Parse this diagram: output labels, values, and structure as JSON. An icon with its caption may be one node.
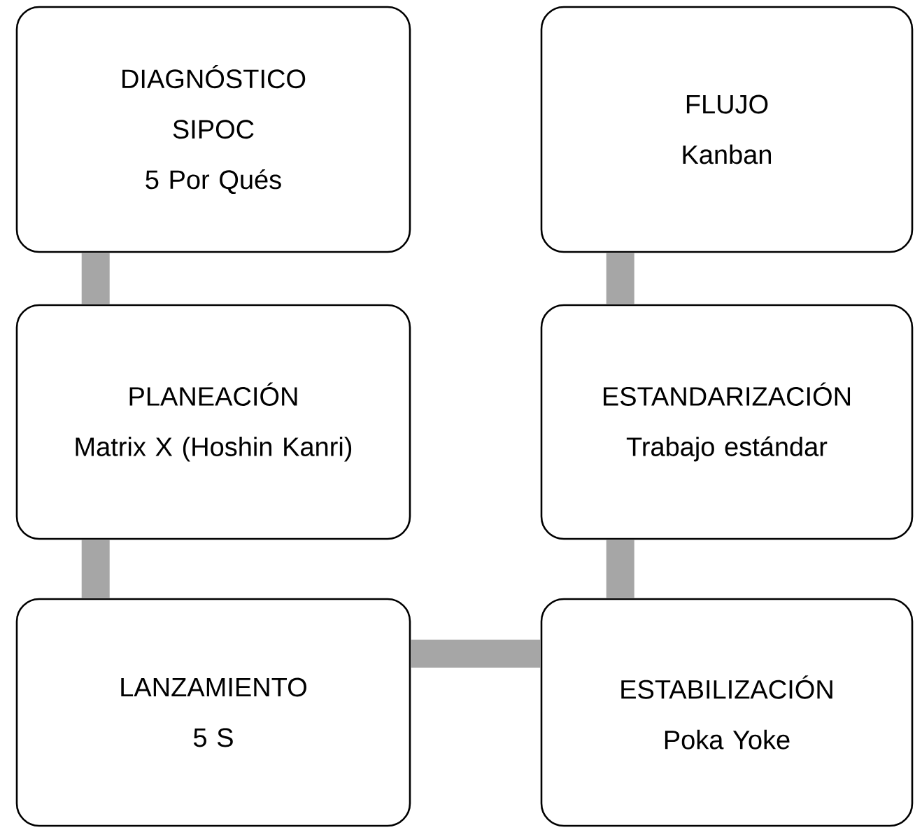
{
  "diagram": {
    "nodes": [
      {
        "text": [
          "DIAGNÓSTICO",
          "SIPOC",
          "5 Por Qués"
        ]
      },
      {
        "text": [
          "FLUJO",
          "Kanban"
        ]
      },
      {
        "text": [
          "PLANEACIÓN",
          "Matrix X (Hoshin Kanri)"
        ]
      },
      {
        "text": [
          "ESTANDARIZACIÓN",
          "Trabajo estándar"
        ]
      },
      {
        "text": [
          "LANZAMIENTO",
          "5 S"
        ]
      },
      {
        "text": [
          "ESTABILIZACIÓN",
          "Poka Yoke"
        ]
      }
    ],
    "edges": [
      {
        "from": 0,
        "to": 2,
        "arrow": "none"
      },
      {
        "from": 2,
        "to": 4,
        "arrow": "none"
      },
      {
        "from": 4,
        "to": 5,
        "arrow": "none"
      },
      {
        "from": 5,
        "to": 3,
        "arrow": "none"
      },
      {
        "from": 3,
        "to": 1,
        "arrow": "none"
      }
    ]
  }
}
